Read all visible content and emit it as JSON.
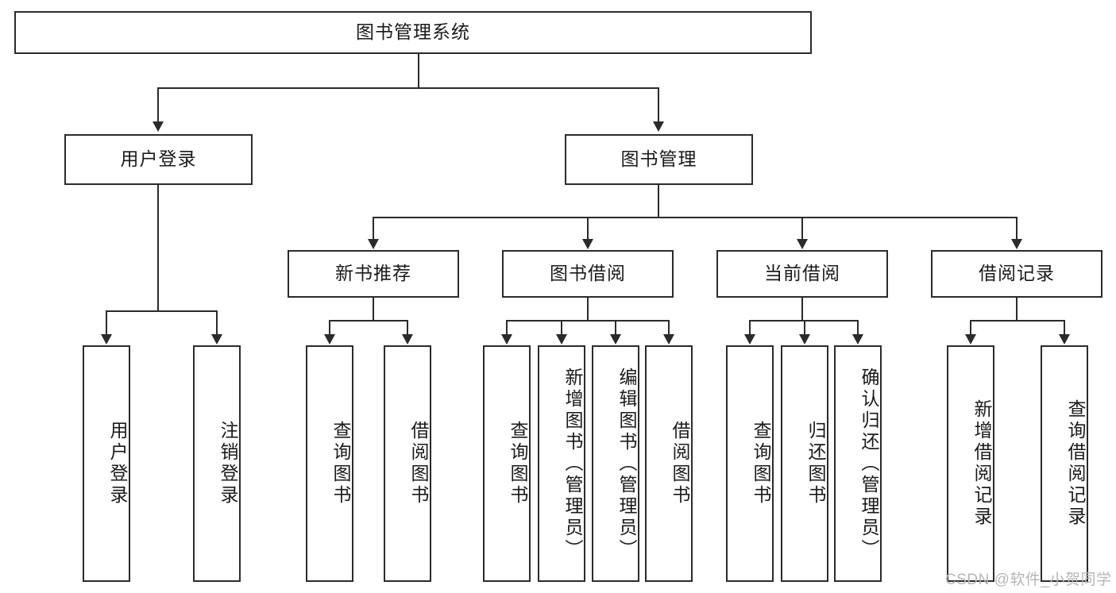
{
  "diagram": {
    "title": "图书管理系统",
    "watermark": "CSDN @软件_小贺同学",
    "root": {
      "label": "图书管理系统"
    },
    "level2": [
      {
        "label": "用户登录"
      },
      {
        "label": "图书管理"
      }
    ],
    "level3": [
      {
        "label": "新书推荐"
      },
      {
        "label": "图书借阅"
      },
      {
        "label": "当前借阅"
      },
      {
        "label": "借阅记录"
      }
    ],
    "leaves": {
      "user_login": [
        {
          "label": "用户登录"
        },
        {
          "label": "注销登录"
        }
      ],
      "new_book_recommend": [
        {
          "label": "查询图书"
        },
        {
          "label": "借阅图书"
        }
      ],
      "book_borrow": [
        {
          "label": "查询图书"
        },
        {
          "label": "新增图书（管理员）"
        },
        {
          "label": "编辑图书（管理员）"
        },
        {
          "label": "借阅图书"
        }
      ],
      "current_borrow": [
        {
          "label": "查询图书"
        },
        {
          "label": "归还图书"
        },
        {
          "label": "确认归还（管理员）"
        }
      ],
      "borrow_record": [
        {
          "label": "新增借阅记录"
        },
        {
          "label": "查询借阅记录"
        }
      ]
    }
  },
  "colors": {
    "stroke": "#2b2b2b",
    "background": "#ffffff",
    "text": "#1a1a1a",
    "watermark": "#b6b6b6"
  }
}
